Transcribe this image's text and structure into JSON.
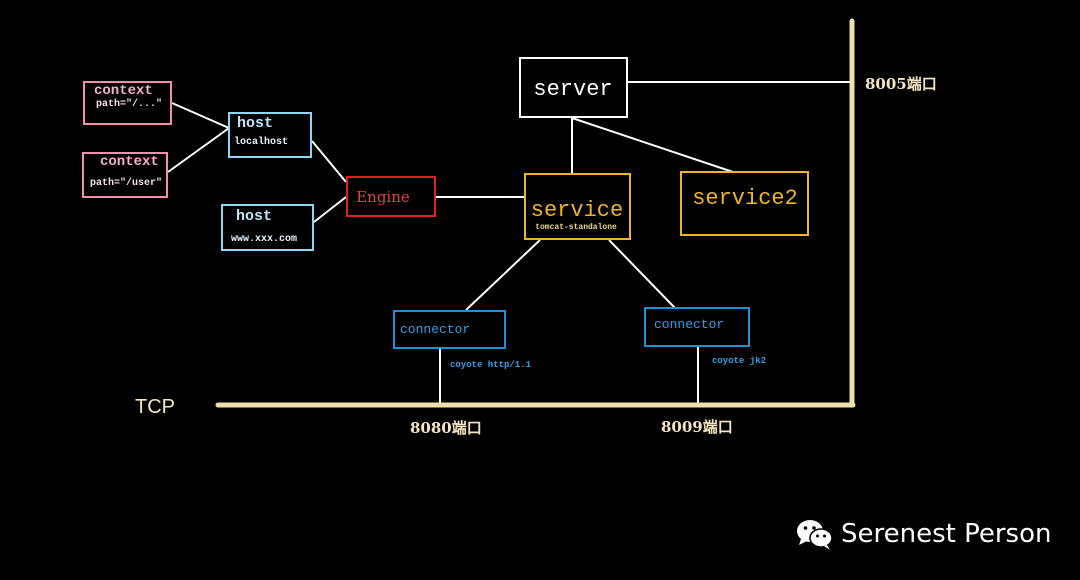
{
  "nodes": {
    "server": {
      "label": "server"
    },
    "service": {
      "label": "service",
      "sub": "tomcat-standalone"
    },
    "service2": {
      "label": "service2"
    },
    "engine": {
      "label": "Engine"
    },
    "host_localhost": {
      "label": "host",
      "sub": "localhost"
    },
    "host_xxx": {
      "label": "host",
      "sub": "www.xxx.com"
    },
    "context_root": {
      "label": "context",
      "sub": "path=\"/...\""
    },
    "context_user": {
      "label": "context",
      "sub": "path=\"/user\""
    },
    "connector_http": {
      "label": "connector",
      "sub": "coyote http/1.1"
    },
    "connector_jk2": {
      "label": "connector",
      "sub": "coyote jk2"
    }
  },
  "labels": {
    "tcp": "TCP",
    "port_8005": "8005端口",
    "port_8080": "8080端口",
    "port_8009": "8009端口"
  },
  "watermark": {
    "text": "Serenest Person",
    "icon": "wechat-icon"
  },
  "colors": {
    "server": "#ffffff",
    "service": "#f0b429",
    "engine": "#e02020",
    "host": "#8fd6f0",
    "context": "#f08fb0",
    "connector": "#1e90d8",
    "tcp_line": "#f0e0a8",
    "port_label": "#f5e6c0"
  }
}
